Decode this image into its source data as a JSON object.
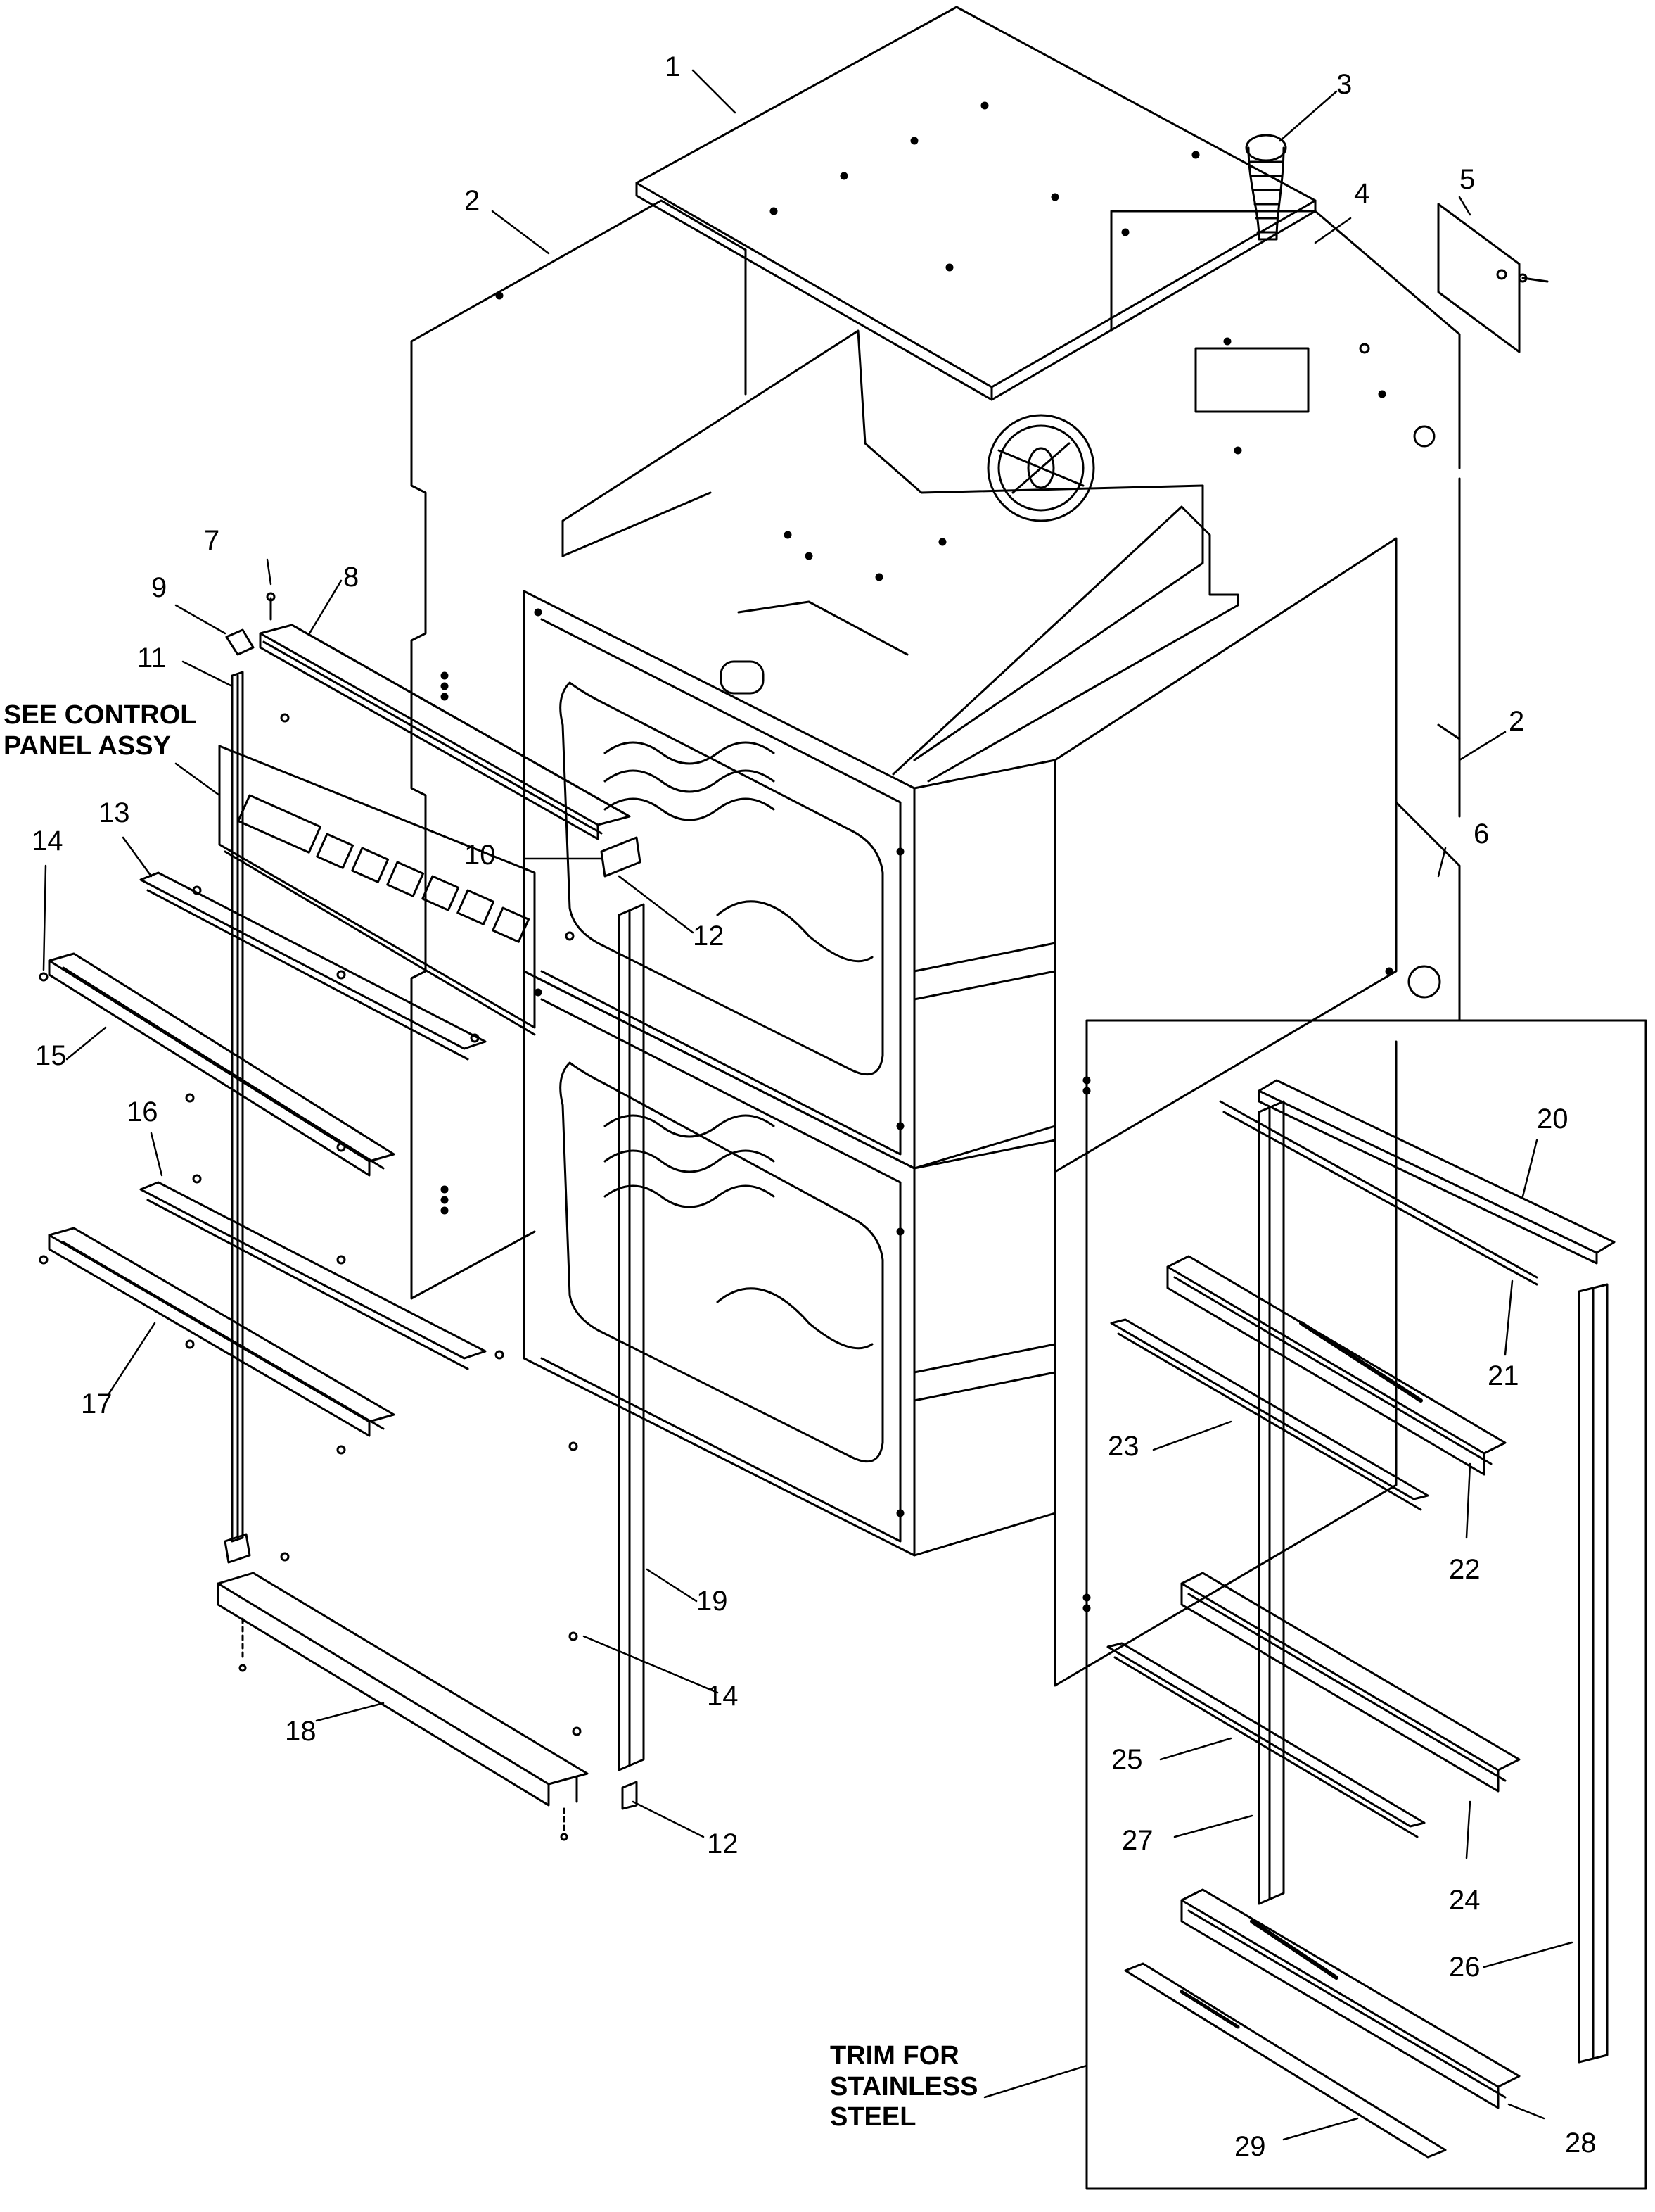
{
  "diagram": {
    "colors": {
      "line": "#000000",
      "background": "#ffffff"
    },
    "callouts": [
      {
        "id": "c1",
        "text": "1"
      },
      {
        "id": "c2a",
        "text": "2"
      },
      {
        "id": "c2b",
        "text": "2"
      },
      {
        "id": "c3",
        "text": "3"
      },
      {
        "id": "c4",
        "text": "4"
      },
      {
        "id": "c5",
        "text": "5"
      },
      {
        "id": "c6",
        "text": "6"
      },
      {
        "id": "c7",
        "text": "7"
      },
      {
        "id": "c8",
        "text": "8"
      },
      {
        "id": "c9",
        "text": "9"
      },
      {
        "id": "c10",
        "text": "10"
      },
      {
        "id": "c11",
        "text": "11"
      },
      {
        "id": "c12a",
        "text": "12"
      },
      {
        "id": "c12b",
        "text": "12"
      },
      {
        "id": "c13",
        "text": "13"
      },
      {
        "id": "c14a",
        "text": "14"
      },
      {
        "id": "c14b",
        "text": "14"
      },
      {
        "id": "c15",
        "text": "15"
      },
      {
        "id": "c16",
        "text": "16"
      },
      {
        "id": "c17",
        "text": "17"
      },
      {
        "id": "c18",
        "text": "18"
      },
      {
        "id": "c19",
        "text": "19"
      },
      {
        "id": "c20",
        "text": "20"
      },
      {
        "id": "c21",
        "text": "21"
      },
      {
        "id": "c22",
        "text": "22"
      },
      {
        "id": "c23",
        "text": "23"
      },
      {
        "id": "c24",
        "text": "24"
      },
      {
        "id": "c25",
        "text": "25"
      },
      {
        "id": "c26",
        "text": "26"
      },
      {
        "id": "c27",
        "text": "27"
      },
      {
        "id": "c28",
        "text": "28"
      },
      {
        "id": "c29",
        "text": "29"
      }
    ],
    "notes": {
      "control_panel": {
        "line1": "SEE CONTROL",
        "line2": "PANEL ASSY"
      },
      "trim": {
        "line1": "TRIM FOR",
        "line2": "STAINLESS",
        "line3": "STEEL"
      }
    }
  }
}
